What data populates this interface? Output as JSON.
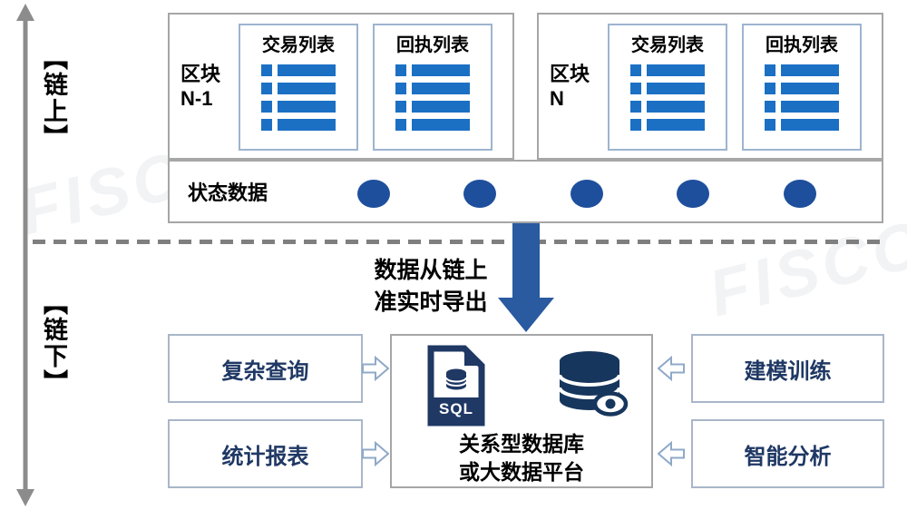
{
  "diagram": {
    "zones": {
      "on_chain": "【链上】",
      "off_chain": "【链下】"
    },
    "blocks": [
      {
        "title": "区块",
        "subtitle": "N-1",
        "lists": [
          "交易列表",
          "回执列表"
        ]
      },
      {
        "title": "区块",
        "subtitle": "N",
        "lists": [
          "交易列表",
          "回执列表"
        ]
      }
    ],
    "state_row": {
      "label": "状态数据",
      "circle_count": 5
    },
    "export_note": {
      "line1": "数据从链上",
      "line2": "准实时导出"
    },
    "platform": {
      "sql_badge": "SQL",
      "name_line1": "关系型数据库",
      "name_line2": "或大数据平台"
    },
    "consumers_left": [
      "复杂查询",
      "统计报表"
    ],
    "consumers_right": [
      "建模训练",
      "智能分析"
    ],
    "watermark": "FISCO",
    "colors": {
      "list_blue": "#1b70c4",
      "circle_blue": "#1e4f9d",
      "arrow_blue": "#2a5aa0",
      "icon_navy": "#1f3864",
      "border_gray": "#a6a6a6",
      "inner_border": "#9db4cf",
      "line_gray": "#7f7f7f"
    }
  }
}
